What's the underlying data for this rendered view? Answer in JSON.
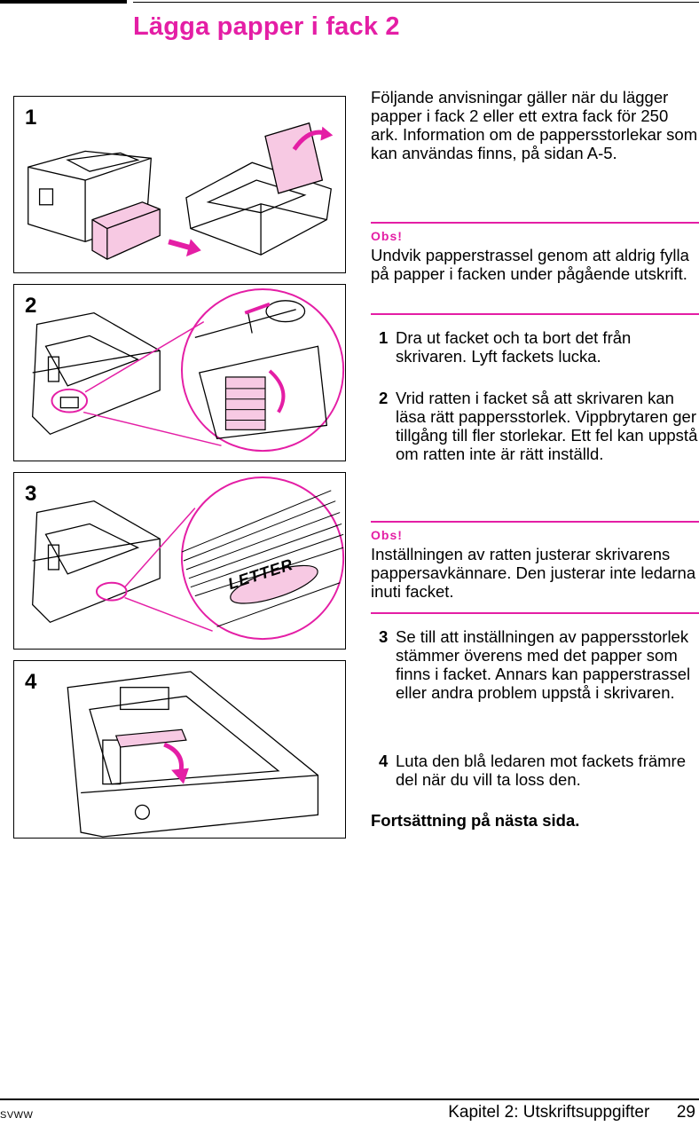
{
  "page": {
    "title": "Lägga papper i fack 2",
    "intro": "Följande anvisningar gäller när du lägger papper i fack 2 eller ett extra fack för 250 ark. Information om de pappersstorlekar som kan användas finns, på sidan A-5.",
    "note1": {
      "label": "Obs!",
      "text": "Undvik papperstrassel genom att aldrig fylla på papper i facken under pågående utskrift."
    },
    "steps_a": [
      {
        "num": "1",
        "text": "Dra ut facket och ta bort det från skrivaren. Lyft fackets lucka."
      },
      {
        "num": "2",
        "text": "Vrid ratten i facket så att skrivaren kan läsa rätt pappersstorlek. Vippbrytaren ger tillgång till fler storlekar. Ett fel kan uppstå om ratten inte är rätt inställd."
      }
    ],
    "note2": {
      "label": "Obs!",
      "text": "Inställningen av ratten justerar skrivarens pappersavkännare. Den justerar inte ledarna inuti facket."
    },
    "steps_b": [
      {
        "num": "3",
        "text": "Se till att inställningen av pappersstorlek stämmer överens med det papper som finns i facket. Annars kan papperstrassel eller andra problem uppstå i skrivaren."
      },
      {
        "num": "4",
        "text": "Luta den blå ledaren mot fackets främre del när du vill ta loss den."
      }
    ],
    "continue": "Fortsättning på nästa sida."
  },
  "figures": [
    {
      "num": "1"
    },
    {
      "num": "2"
    },
    {
      "num": "3",
      "dial_label": "LETTER"
    },
    {
      "num": "4"
    }
  ],
  "footer": {
    "left": "SVWW",
    "chapter": "Kapitel 2: Utskriftsuppgifter",
    "page_number": "29"
  },
  "colors": {
    "accent": "#e41ea5",
    "pink_fill": "#f7c9e3"
  }
}
